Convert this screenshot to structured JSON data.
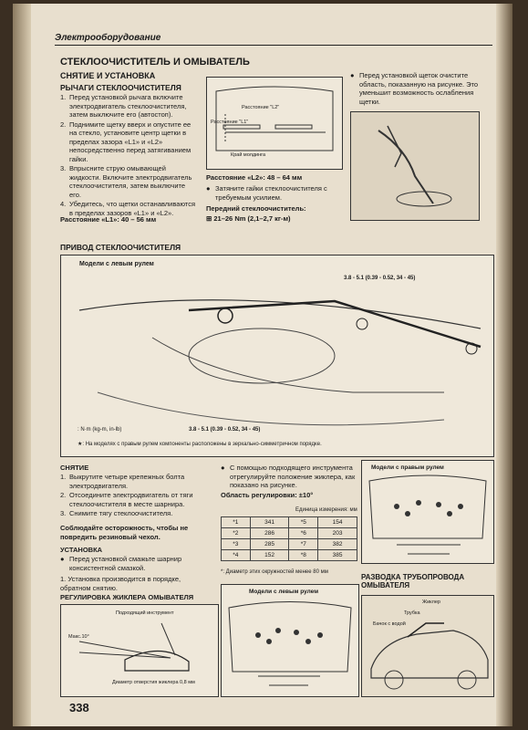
{
  "header": "Электрооборудование",
  "title": "СТЕКЛООЧИСТИТЕЛЬ И ОМЫВАТЕЛЬ",
  "section1": "СНЯТИЕ И УСТАНОВКА",
  "sub_arms": "РЫЧАГИ СТЕКЛООЧИСТИТЕЛЯ",
  "arms_steps": [
    {
      "n": "1.",
      "t": "Перед установкой рычага включите электродвигатель стеклоочистителя, затем выключите его (автостоп)."
    },
    {
      "n": "2.",
      "t": "Поднимите щетку вверх и опустите ее на стекло, установите центр щетки в пределах зазора «L1» и «L2» непосредственно перед затягиванием гайки."
    },
    {
      "n": "3.",
      "t": "Впрысните струю омывающей жидкости. Включите электродвигатель стеклоочистителя, затем выключите его."
    },
    {
      "n": "4.",
      "t": "Убедитесь, что щетки останавливаются в пределах зазоров «L1» и «L2»."
    }
  ],
  "l1": "Расстояние «L1»: 40 – 56 мм",
  "fig1": {
    "l2": "Расстояние \"L2\"",
    "l1": "Расстояние \"L1\"",
    "edge": "Край молдинга"
  },
  "l2": "Расстояние «L2»: 48 – 64 мм",
  "tighten": "Затяните гайки стеклоочистителя с требуемым усилием.",
  "front_wiper": "Передний стеклоочиститель:",
  "torque": "21–26 Nm (2,1–2,7 кг-м)",
  "clean_note": "Перед установкой щеток очистите область, показанную на рисунке. Это уменьшит возможность ослабления щетки.",
  "drive_title": "ПРИВОД СТЕКЛООЧИСТИТЕЛЯ",
  "drive_fig": {
    "lhd": "Модели с левым рулем",
    "torque_a": "3.8 - 5.1 (0.39 - 0.52, 34 - 45)",
    "torque_b": "3.8 - 5.1 (0.39 - 0.52, 34 - 45)",
    "units": ": N·m (kg-m, in-lb)",
    "note": "★: На моделях с правым рулем компоненты расположены в зеркально-симметричном порядке."
  },
  "removal": "СНЯТИЕ",
  "removal_steps": [
    {
      "n": "1.",
      "t": "Выкрутите четыре крепежных болта электродвигателя."
    },
    {
      "n": "2.",
      "t": "Отсоедините электродвигатель от тяги стеклоочистителя в месте шарнира."
    },
    {
      "n": "3.",
      "t": "Снимите тягу стеклоочистителя."
    }
  ],
  "caution": "Соблюдайте осторожность, чтобы не повредить резиновый чехол.",
  "install": "УСТАНОВКА",
  "install_b": "Перед установкой смажьте шарнир консистентной смазкой.",
  "install_1": "Установка производится в порядке, обратном снятию.",
  "nozzle_note": "С помощью подходящего инструмента отрегулируйте положение жиклера, как показано на рисунке.",
  "reg_area": "Область регулировки: ±10°",
  "units_label": "Единица измерения: мм",
  "reg_table": [
    [
      "*1",
      "341",
      "*5",
      "154"
    ],
    [
      "*2",
      "286",
      "*6",
      "203"
    ],
    [
      "*3",
      "285",
      "*7",
      "382"
    ],
    [
      "*4",
      "152",
      "*8",
      "385"
    ]
  ],
  "reg_footnote": "*: Диаметр этих окружностей менее 80 мм",
  "nozzle_title": "РЕГУЛИРОВКА ЖИКЛЕРА ОМЫВАТЕЛЯ",
  "nozzle_fig": {
    "tool": "Подходящий инструмент",
    "max": "Макс.10°",
    "dia": "Диаметр отверстия жиклера 0,8 мм"
  },
  "lhd_fig_title": "Модели с левым рулем",
  "rhd_fig_title": "Модели с правым рулем",
  "pipe_title": "РАЗВОДКА ТРУБОПРОВОДА ОМЫВАТЕЛЯ",
  "pipe_fig": {
    "nozzle": "Жиклер",
    "tube": "Трубка",
    "tank": "Бачок с водой"
  },
  "page_num": "338"
}
